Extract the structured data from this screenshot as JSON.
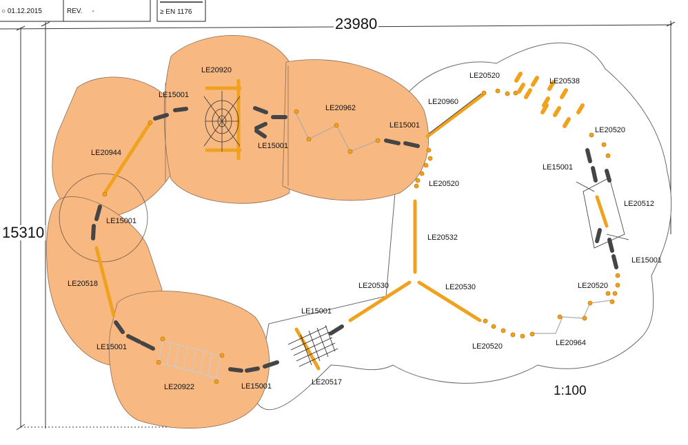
{
  "title_block": {
    "date": "01.12.2015",
    "rev_label": "REV.",
    "rev_value": "-",
    "standard": "EN  1176",
    "standard_prefix": "≥"
  },
  "dimensions": {
    "width": "23980",
    "height": "15310"
  },
  "scale": "1:100",
  "colors": {
    "safety_zone": "#f7b882",
    "part": "#f0a21e",
    "part_dark": "#c27a08",
    "rope": "#454545",
    "outline": "#555555"
  },
  "labels": [
    {
      "key": "le20920",
      "text": "LE20920"
    },
    {
      "key": "le15001_a",
      "text": "LE15001"
    },
    {
      "key": "le20962",
      "text": "LE20962"
    },
    {
      "key": "le20944",
      "text": "LE20944"
    },
    {
      "key": "le15001_b",
      "text": "LE15001"
    },
    {
      "key": "le15001_c",
      "text": "LE15001"
    },
    {
      "key": "le15001_d",
      "text": "LE15001"
    },
    {
      "key": "le20520_a",
      "text": "LE20520"
    },
    {
      "key": "le20960",
      "text": "LE20960"
    },
    {
      "key": "le20538",
      "text": "LE20538"
    },
    {
      "key": "le20520_b",
      "text": "LE20520"
    },
    {
      "key": "le20520_c",
      "text": "LE20520"
    },
    {
      "key": "le15001_e",
      "text": "LE15001"
    },
    {
      "key": "le20512",
      "text": "LE20512"
    },
    {
      "key": "le20532",
      "text": "LE20532"
    },
    {
      "key": "le15001_f",
      "text": "LE15001"
    },
    {
      "key": "le20518",
      "text": "LE20518"
    },
    {
      "key": "le20530_a",
      "text": "LE20530"
    },
    {
      "key": "le20530_b",
      "text": "LE20530"
    },
    {
      "key": "le20520_d",
      "text": "LE20520"
    },
    {
      "key": "le15001_g",
      "text": "LE15001"
    },
    {
      "key": "le15001_h",
      "text": "LE15001"
    },
    {
      "key": "le20964",
      "text": "LE20964"
    },
    {
      "key": "le20520_e",
      "text": "LE20520"
    },
    {
      "key": "le20922",
      "text": "LE20922"
    },
    {
      "key": "le15001_i",
      "text": "LE15001"
    },
    {
      "key": "le20517",
      "text": "LE20517"
    }
  ]
}
